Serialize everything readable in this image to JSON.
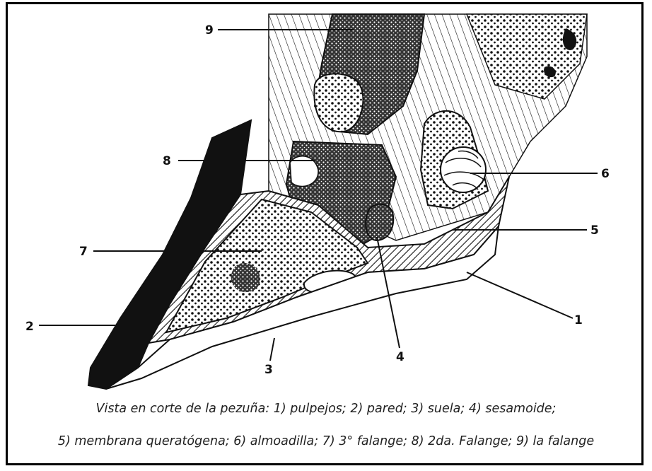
{
  "labels": {
    "l1": "1",
    "l2": "2",
    "l3": "3",
    "l4": "4",
    "l5": "5",
    "l6": "6",
    "l7": "7",
    "l8": "8",
    "l9": "9"
  },
  "caption": {
    "line1": "Vista en corte de la pezuña: 1) pulpejos; 2) pared; 3) suela; 4) sesamoide;",
    "line2": "5) membrana queratógena; 6) almoadilla; 7) 3° falange; 8) 2da. Falange; 9) la falange"
  }
}
